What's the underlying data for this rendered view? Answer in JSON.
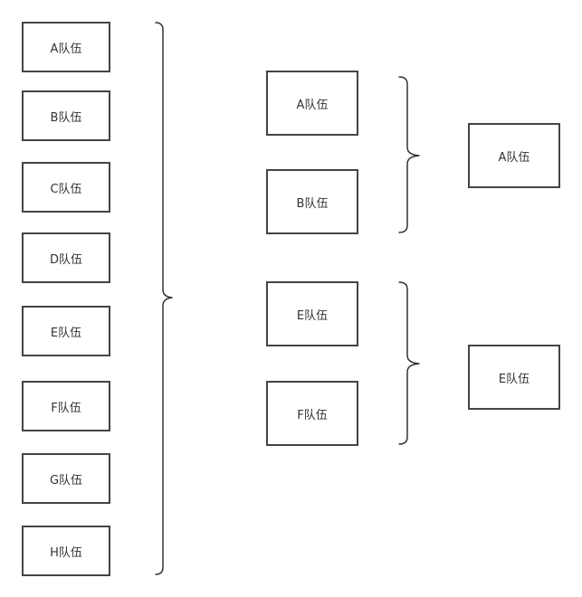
{
  "round1": {
    "teams": [
      "A队伍",
      "B队伍",
      "C队伍",
      "D队伍",
      "E队伍",
      "F队伍",
      "G队伍",
      "H队伍"
    ]
  },
  "round2": {
    "teams": [
      "A队伍",
      "B队伍",
      "E队伍",
      "F队伍"
    ]
  },
  "round3": {
    "teams": [
      "A队伍",
      "E队伍"
    ]
  }
}
